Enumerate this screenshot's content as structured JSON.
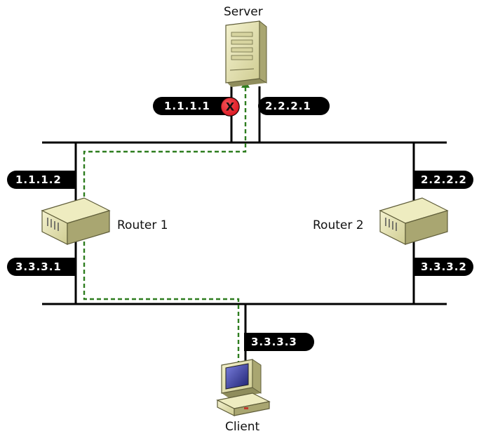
{
  "nodes": {
    "server": {
      "label": "Server"
    },
    "router1": {
      "label": "Router 1"
    },
    "router2": {
      "label": "Router 2"
    },
    "client": {
      "label": "Client"
    }
  },
  "addresses": {
    "server_if1": "1.1.1.1",
    "server_if2": "2.2.2.1",
    "router1_top": "1.1.1.2",
    "router1_bottom": "3.3.3.1",
    "router2_top": "2.2.2.2",
    "router2_bottom": "3.3.3.2",
    "client": "3.3.3.3"
  },
  "failure_marker": {
    "glyph": "X",
    "color": "#e8202a",
    "location": "1.1.1.1"
  },
  "colors": {
    "network_line": "#000000",
    "route_path": "#2e7d1f",
    "device_body": "#e6e3b0",
    "device_shadow": "#8f8d5c",
    "screen": "#3b3fa8"
  },
  "icons": {
    "server": "server-tower-icon",
    "router": "router-box-icon",
    "client": "desktop-computer-icon",
    "failure": "failure-x-icon"
  }
}
